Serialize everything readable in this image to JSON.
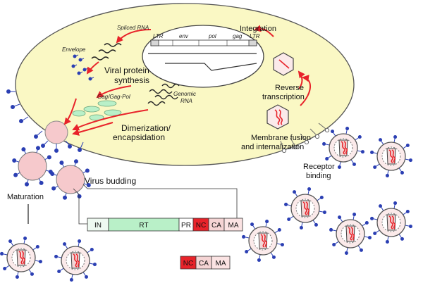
{
  "labels": {
    "integration": "Integration",
    "spliced_rna": "Spliced RNA",
    "envelope": "Envelope",
    "viral_protein_1": "Viral protein",
    "viral_protein_2": "synthesis",
    "gag_pol": "Gag/Gag-Pol",
    "genomic_1": "Genomic",
    "genomic_2": "RNA",
    "reverse_1": "Reverse",
    "reverse_2": "transcription",
    "dimer_1": "Dimerization/",
    "dimer_2": "encapsidation",
    "membrane_1": "Membrane fusion",
    "membrane_2": "and internalization",
    "receptor_1": "Receptor",
    "receptor_2": "binding",
    "virus_budding": "Virus budding",
    "maturation": "Maturation"
  },
  "genome": {
    "ltr_left": "LTR",
    "env": "env",
    "pol": "pol",
    "gag": "gag",
    "ltr_right": "LTR"
  },
  "polyprotein_full": [
    "IN",
    "RT",
    "PR",
    "NC",
    "CA",
    "MA"
  ],
  "polyprotein_short": [
    "NC",
    "CA",
    "MA"
  ],
  "colors": {
    "cell": "#faf8c4",
    "arrow": "#e8232a",
    "rt_green": "#b9f0c8",
    "nc_red": "#e8232a",
    "ca_pink": "#f5d4d4",
    "bud": "#f6c9cc",
    "spike": "#2b3fb3"
  }
}
